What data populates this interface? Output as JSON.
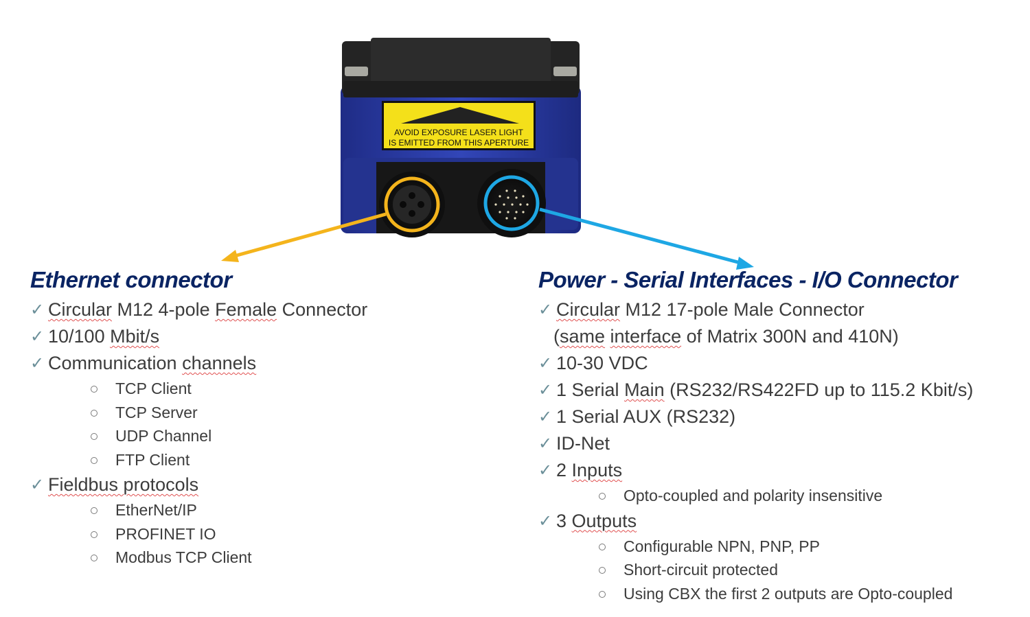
{
  "device": {
    "label_line1": "AVOID EXPOSURE LASER LIGHT",
    "label_line2": "IS EMITTED FROM THIS APERTURE",
    "colors": {
      "body_blue": "#2b3aa3",
      "cap_black": "#2a2a2a",
      "label_yellow": "#f4e01a",
      "ethernet_ring": "#f4b41c",
      "power_ring": "#1ea7e4"
    }
  },
  "callouts": {
    "ethernet_arrow_color": "#f4b41c",
    "power_arrow_color": "#1ea7e4"
  },
  "left": {
    "title": "Ethernet connector",
    "items": [
      {
        "parts": [
          {
            "t": "Circular",
            "sp": true
          },
          {
            "t": " M12 4-pole "
          },
          {
            "t": "Female",
            "sp": true
          },
          {
            "t": " Connector"
          }
        ]
      },
      {
        "parts": [
          {
            "t": "10/100 "
          },
          {
            "t": "Mbit/s",
            "sp": true
          }
        ]
      },
      {
        "parts": [
          {
            "t": "Communication "
          },
          {
            "t": "channels",
            "sp": true
          }
        ],
        "subs": [
          "TCP Client",
          "TCP Server",
          "UDP Channel",
          "FTP Client"
        ]
      },
      {
        "parts": [
          {
            "t": "Fieldbus protocols",
            "sp": true
          }
        ],
        "subs": [
          "EtherNet/IP",
          "PROFINET IO",
          "Modbus TCP Client"
        ]
      }
    ]
  },
  "right": {
    "title": "Power - Serial Interfaces - I/O Connector",
    "items": [
      {
        "parts": [
          {
            "t": "Circular",
            "sp": true
          },
          {
            "t": " M12 17-pole Male Connector"
          }
        ],
        "continuation": [
          {
            "t": "("
          },
          {
            "t": "same",
            "sp": true
          },
          {
            "t": " "
          },
          {
            "t": "interface",
            "sp": true
          },
          {
            "t": " of Matrix 300N and 410N)"
          }
        ]
      },
      {
        "parts": [
          {
            "t": "10-30 VDC"
          }
        ]
      },
      {
        "parts": [
          {
            "t": "1 Serial "
          },
          {
            "t": "Main",
            "sp": true
          },
          {
            "t": " (RS232/RS422FD  up to 115.2 Kbit/s)"
          }
        ]
      },
      {
        "parts": [
          {
            "t": "1 Serial AUX (RS232)"
          }
        ]
      },
      {
        "parts": [
          {
            "t": "ID-Net"
          }
        ]
      },
      {
        "parts": [
          {
            "t": "2 "
          },
          {
            "t": "Inputs",
            "sp": true
          }
        ],
        "subs": [
          "Opto-coupled and polarity insensitive"
        ]
      },
      {
        "parts": [
          {
            "t": "3 "
          },
          {
            "t": "Outputs",
            "sp": true
          }
        ],
        "subs": [
          "Configurable NPN, PNP, PP",
          "Short-circuit protected",
          "Using CBX the first 2 outputs are Opto-coupled"
        ]
      }
    ]
  }
}
